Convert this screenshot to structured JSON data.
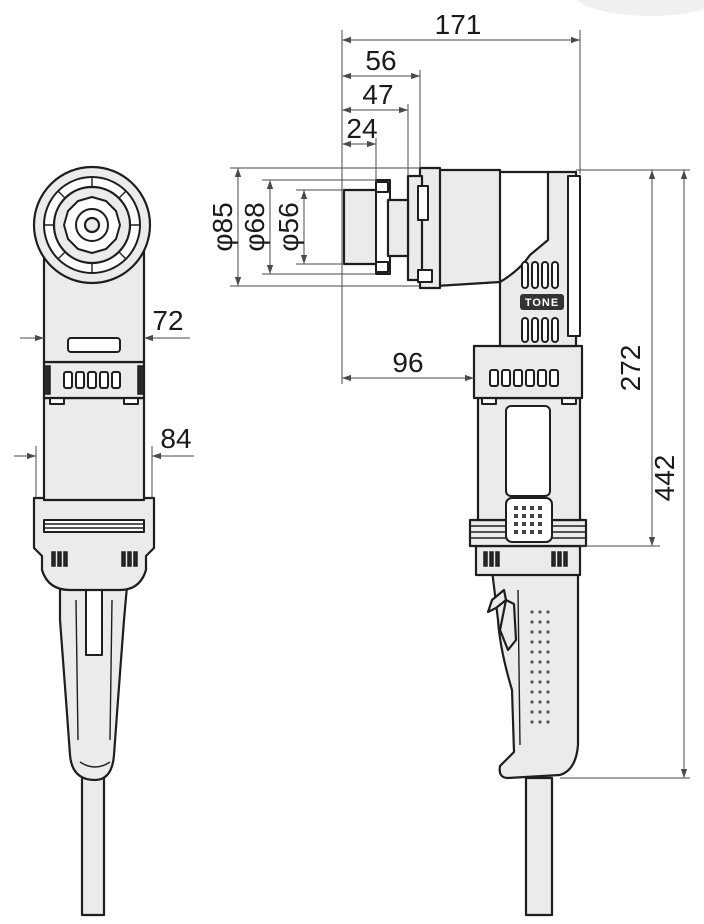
{
  "dimensions": {
    "total_length": "171",
    "head_56": "56",
    "head_47": "47",
    "head_24": "24",
    "dia_85": "φ85",
    "dia_68": "φ68",
    "dia_56": "φ56",
    "width_72": "72",
    "width_84": "84",
    "offset_96": "96",
    "height_272": "272",
    "height_442": "442"
  },
  "logo": {
    "text": "TONE"
  },
  "colors": {
    "line": "#1e1e1e",
    "body": "#ebebeb",
    "dim": "#4a4a4a"
  }
}
